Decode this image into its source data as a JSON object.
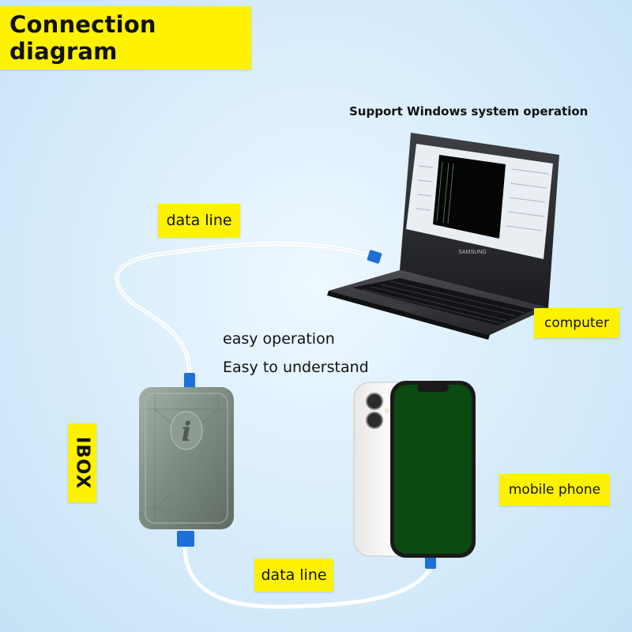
{
  "title": "Connection diagram",
  "support_text": "Support Windows system operation",
  "labels": {
    "data_line_top": "data line",
    "computer": "computer",
    "mobile_phone": "mobile phone",
    "data_line_bottom": "data line",
    "ibox": "IBOX"
  },
  "features": {
    "easy_operation": "easy operation",
    "easy_understand": "Easy to understand"
  },
  "laptop_brand": "SAMSUNG",
  "colors": {
    "label_bg": "#fff200",
    "connector": "#1e6fd9",
    "phone_screen": "#0b4a12",
    "ibox_body": "#7d8b80",
    "cable": "#ffffff"
  }
}
